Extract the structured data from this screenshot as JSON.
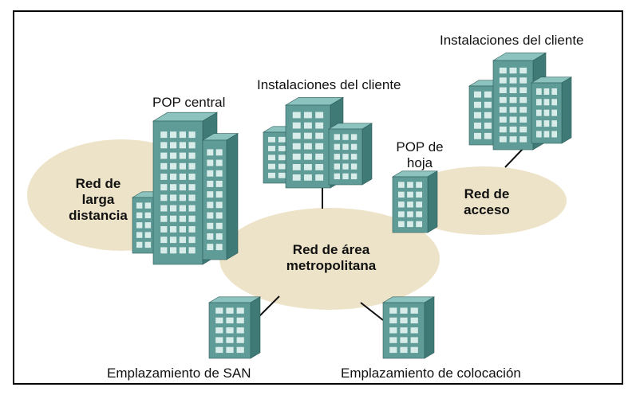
{
  "networks": {
    "long_distance": {
      "line1": "Red de",
      "line2": "larga",
      "line3": "distancia"
    },
    "metro": {
      "line1": "Red de área",
      "line2": "metropolitana"
    },
    "access": {
      "line1": "Red de",
      "line2": "acceso"
    }
  },
  "sites": {
    "central_pop": "POP central",
    "customer_center": "Instalaciones del cliente",
    "customer_right": "Instalaciones del cliente",
    "leaf_pop_line1": "POP de",
    "leaf_pop_line2": "hoja",
    "san": "Emplazamiento de SAN",
    "colocation": "Emplazamiento de colocación"
  },
  "colors": {
    "ellipse_fill": "#ede3c8",
    "building_front": "#5f9c98",
    "building_side": "#3f7a76",
    "building_top": "#8cc3bf",
    "window": "#d8ece9"
  }
}
